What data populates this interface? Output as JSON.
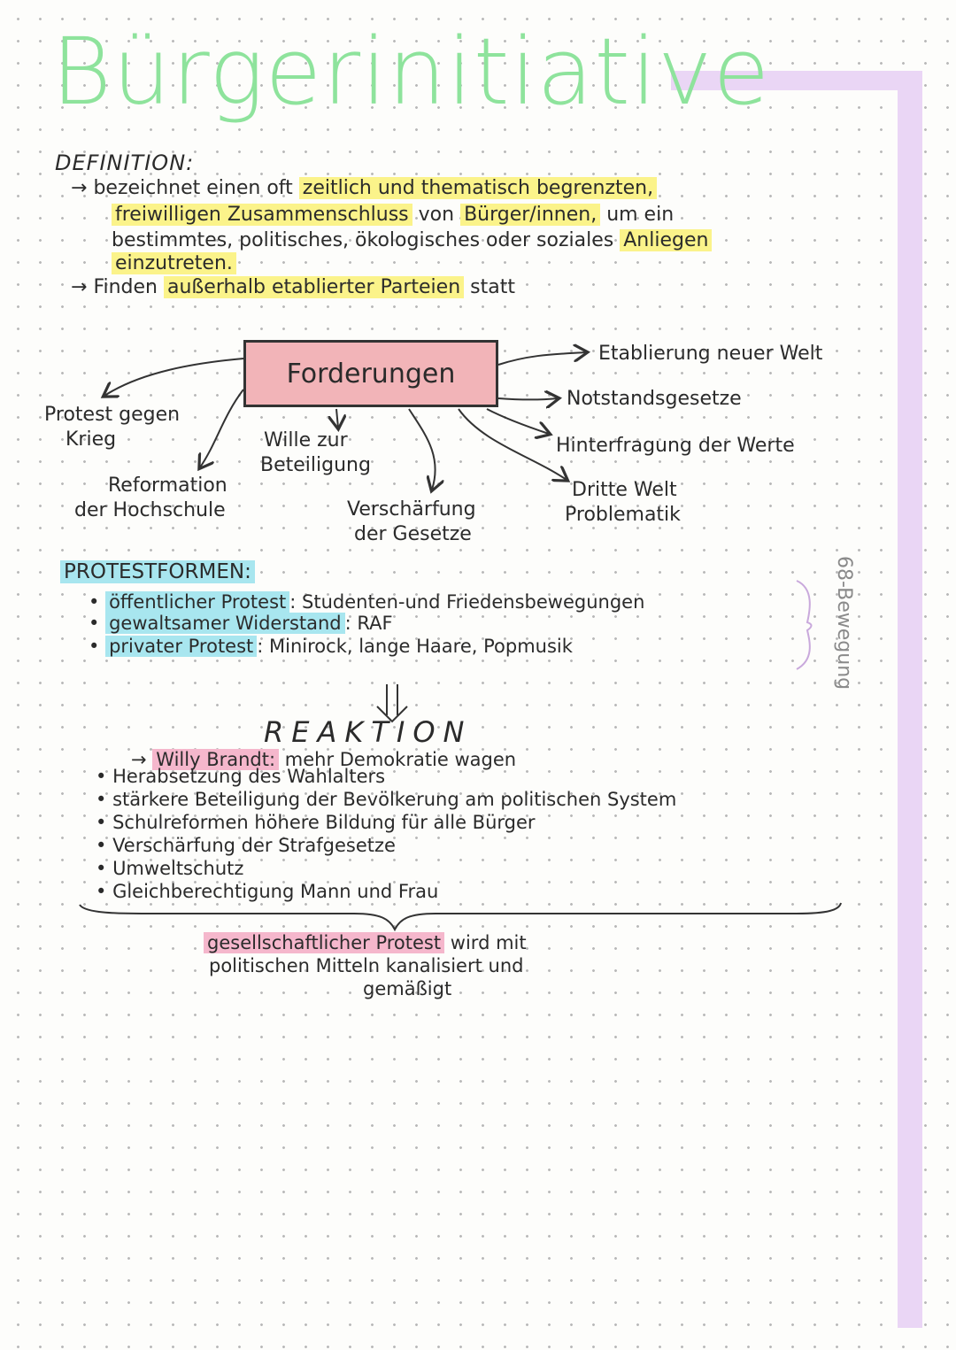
{
  "title": "Bürgerinitiative",
  "definition": {
    "label": "DEFINITION:",
    "line1_a": "bezeichnet einen oft",
    "line1_hl": "zeitlich und thematisch begrenzten,",
    "line2_hl": "freiwilligen Zusammenschluss",
    "line2_b": "von",
    "line2_hl2": "Bürger/innen,",
    "line2_c": "um ein",
    "line3_a": "bestimmtes, politisches, ökologisches oder soziales",
    "line3_hl": "Anliegen",
    "line4_hl": "einzutreten.",
    "line5_a": "Finden",
    "line5_hl": "außerhalb etablierter Parteien",
    "line5_b": "statt"
  },
  "diagram": {
    "center": "Forderungen",
    "nodes": {
      "protest_1": "Protest gegen",
      "protest_2": "Krieg",
      "wille_1": "Wille zur",
      "wille_2": "Beteiligung",
      "reform_1": "Reformation",
      "reform_2": "der Hochschule",
      "versch_1": "Verschärfung",
      "versch_2": "der Gesetze",
      "etabl": "Etablierung neuer Welt",
      "notstand": "Notstandsgesetze",
      "hinterfragung": "Hinterfragung der Werte",
      "dritte_1": "Dritte Welt",
      "dritte_2": "Problematik"
    }
  },
  "protestformen": {
    "label": "PROTESTFORMEN:",
    "items": [
      {
        "term": "öffentlicher Protest",
        "detail": ": Studenten-und Friedensbewegungen"
      },
      {
        "term": "gewaltsamer Widerstand",
        "detail": ": RAF"
      },
      {
        "term": "privater Protest",
        "detail": ": Minirock, lange Haare, Popmusik"
      }
    ],
    "side_label": "68-Bewegung"
  },
  "reaktion": {
    "title": "REAKTION",
    "lead_name": "Willy Brandt:",
    "lead_text": "mehr Demokratie wagen",
    "items": [
      "Herabsetzung des Wahlalters",
      "stärkere Beteiligung der Bevölkerung am politischen System",
      "Schulreformen höhere Bildung für alle Bürger",
      "Verschärfung der Strafgesetze",
      "Umweltschutz",
      "Gleichberechtigung Mann und Frau"
    ],
    "conclusion_hl1": "gesellschaftlicher Protest",
    "conclusion_a": "wird mit",
    "conclusion_b": "politischen Mitteln kanalisiert und",
    "conclusion_c": "gemäßigt"
  },
  "colors": {
    "title_green": "#8ee39c",
    "highlight_yellow": "#fbf38a",
    "highlight_blue": "#a8e6ef",
    "highlight_pink": "#f5b7cc",
    "box_pink": "#f2b4b8",
    "lilac_strip": "#ead6f5"
  }
}
